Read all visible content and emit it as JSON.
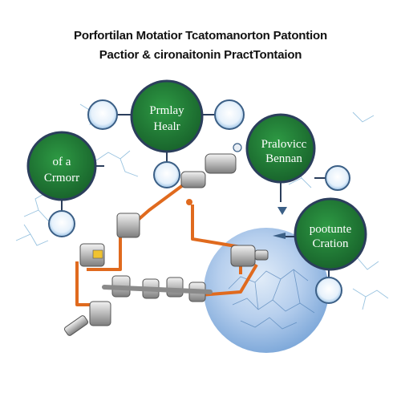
{
  "title": {
    "line1": "Porfortilan Motatior Tcatomanorton Patontion",
    "line2": "Pactior & cironaitonin PractTontaion"
  },
  "nodes": [
    {
      "id": "primary-heal",
      "lines": [
        "Prmlay",
        "Healr"
      ]
    },
    {
      "id": "of-a-cromorr",
      "lines": [
        "of a",
        "Crmorr"
      ]
    },
    {
      "id": "pralovicc-bennan",
      "lines": [
        "Pralovicc",
        "Bennan"
      ]
    },
    {
      "id": "pootunte-cration",
      "lines": [
        "pootunte",
        "Cration"
      ]
    }
  ],
  "colors": {
    "node_fill": "#1e7a32",
    "node_ring": "#2b3e5c",
    "pipe": "#e06a1e",
    "network": "#7fb4d8",
    "sphere": "#6a9bd4",
    "valve": "#c9c9c9"
  },
  "icons": [
    "network-sphere-icon",
    "valve-icon",
    "pipe-icon",
    "gauge-icon"
  ]
}
